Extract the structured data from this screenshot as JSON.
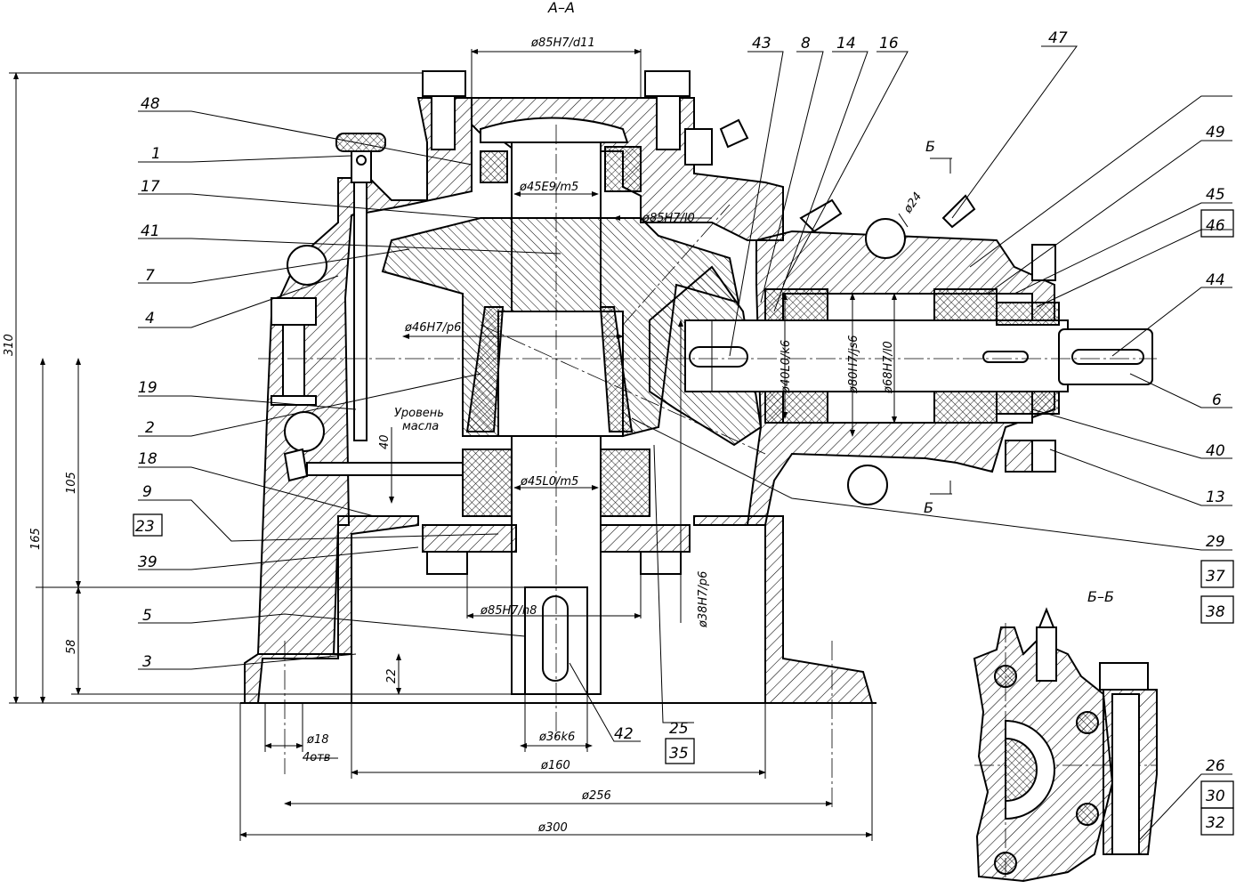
{
  "section_titles": {
    "main": "А–А",
    "secondary": "Б–Б",
    "cut_marker": "Б"
  },
  "dimensions": {
    "d85_h7_d11": "ø85H7/d11",
    "d45_e9_m5": "ø45E9/m5",
    "d85_h7_l0_top": "ø85H7/l0",
    "d46_h7_p6": "ø46H7/p6",
    "d45_l0_m5": "ø45L0/m5",
    "d85_h7_h8": "ø85H7/h8",
    "d38_h7_p6": "ø38H7/p6",
    "d36_k6": "ø36k6",
    "d160": "ø160",
    "d256": "ø256",
    "d300": "ø300",
    "d18": "ø18",
    "holes_4": "4отв",
    "d24": "ø24",
    "d40_l0_k6": "ø40L0/k6",
    "d80_h7_js6": "ø80H7/js6",
    "d68_h7_l0": "ø68H7/l0",
    "h310": "310",
    "h165": "165",
    "h105": "105",
    "h58": "58",
    "h40": "40",
    "h22": "22"
  },
  "notes": {
    "oil_level_line1": "Уровень",
    "oil_level_line2": "масла"
  },
  "callouts_left": [
    "48",
    "1",
    "17",
    "41",
    "7",
    "4",
    "19",
    "2",
    "18",
    "9",
    "23",
    "39",
    "5",
    "3"
  ],
  "callouts_top": [
    "43",
    "8",
    "14",
    "16",
    "47"
  ],
  "callouts_right": [
    "49",
    "45",
    "46",
    "44",
    "6",
    "40",
    "13",
    "29",
    "37",
    "38"
  ],
  "callouts_bottom": [
    "42",
    "25",
    "35"
  ],
  "callouts_section": [
    "26",
    "30",
    "32"
  ]
}
